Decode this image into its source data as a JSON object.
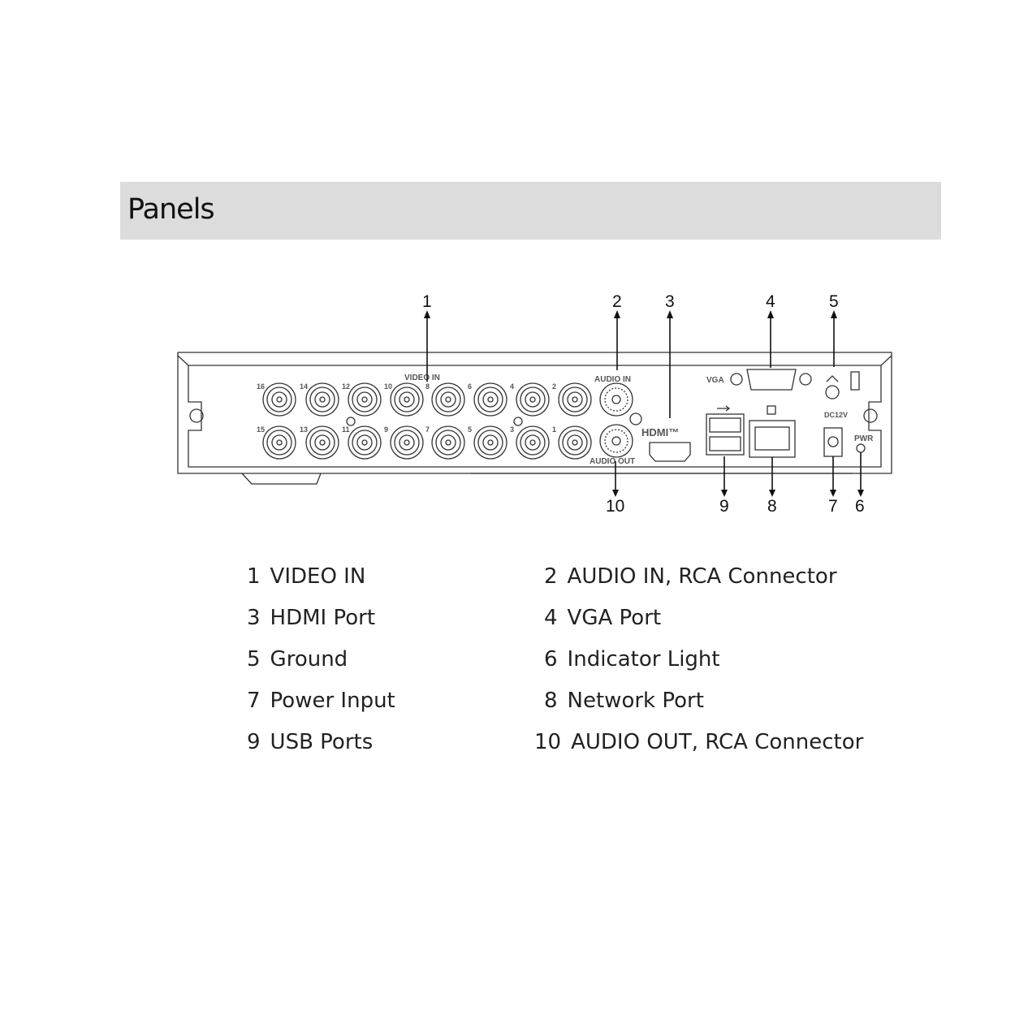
{
  "header": {
    "title": "Panels"
  },
  "device": {
    "video_in": "VIDEO IN",
    "audio_in": "AUDIO IN",
    "audio_out": "AUDIO OUT",
    "vga": "VGA",
    "hdmi": "HDMI™",
    "dc": "DC12V",
    "pwr": "PWR",
    "top_channels": [
      "16",
      "14",
      "12",
      "10",
      "8",
      "6",
      "4",
      "2"
    ],
    "bottom_channels": [
      "15",
      "13",
      "11",
      "9",
      "7",
      "5",
      "3",
      "1"
    ]
  },
  "callouts": {
    "c1": "1",
    "c2": "2",
    "c3": "3",
    "c4": "4",
    "c5": "5",
    "c6": "6",
    "c7": "7",
    "c8": "8",
    "c9": "9",
    "c10": "10"
  },
  "legend": [
    {
      "num": "1",
      "label": "VIDEO IN"
    },
    {
      "num": "2",
      "label": "AUDIO IN, RCA Connector"
    },
    {
      "num": "3",
      "label": "HDMI Port"
    },
    {
      "num": "4",
      "label": "VGA Port"
    },
    {
      "num": "5",
      "label": "Ground"
    },
    {
      "num": "6",
      "label": "Indicator Light"
    },
    {
      "num": "7",
      "label": "Power Input"
    },
    {
      "num": "8",
      "label": "Network Port"
    },
    {
      "num": "9",
      "label": "USB Ports"
    },
    {
      "num": "10",
      "label": "AUDIO OUT, RCA Connector"
    }
  ]
}
